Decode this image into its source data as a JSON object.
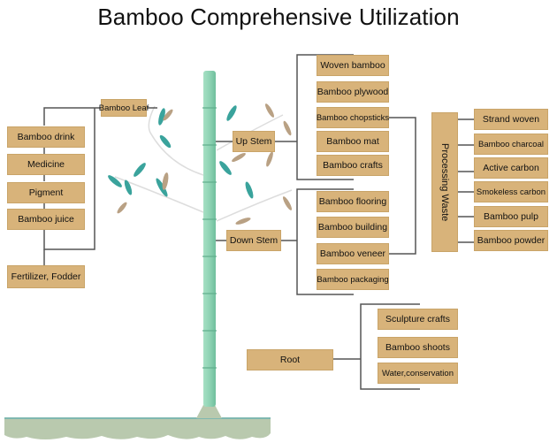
{
  "title": "Bamboo Comprehensive Utilization",
  "colors": {
    "box_fill": "#d8b37a",
    "connector": "#555555",
    "stem": "#8fd3b4",
    "ground": "#b9c9ae",
    "leaf_teal": "#3aa39c",
    "leaf_tan": "#b9a184"
  },
  "leaf": {
    "label": "Bamboo Leaf",
    "products": [
      "Bamboo drink",
      "Medicine",
      "Pigment",
      "Bamboo juice"
    ],
    "extra": "Fertilizer, Fodder"
  },
  "up_stem": {
    "label": "Up Stem",
    "products": [
      "Woven bamboo",
      "Bamboo plywood",
      "Bamboo chopsticks",
      "Bamboo mat",
      "Bamboo crafts"
    ]
  },
  "down_stem": {
    "label": "Down Stem",
    "products": [
      "Bamboo flooring",
      "Bamboo building",
      "Bamboo veneer",
      "Bamboo packaging"
    ]
  },
  "processing_waste": {
    "label": "Processing Waste",
    "products": [
      "Strand woven",
      "Bamboo charcoal",
      "Active carbon",
      "Smokeless carbon",
      "Bamboo pulp",
      "Bamboo powder"
    ]
  },
  "root": {
    "label": "Root",
    "products": [
      "Sculpture crafts",
      "Bamboo shoots",
      "Water,conservation"
    ]
  }
}
